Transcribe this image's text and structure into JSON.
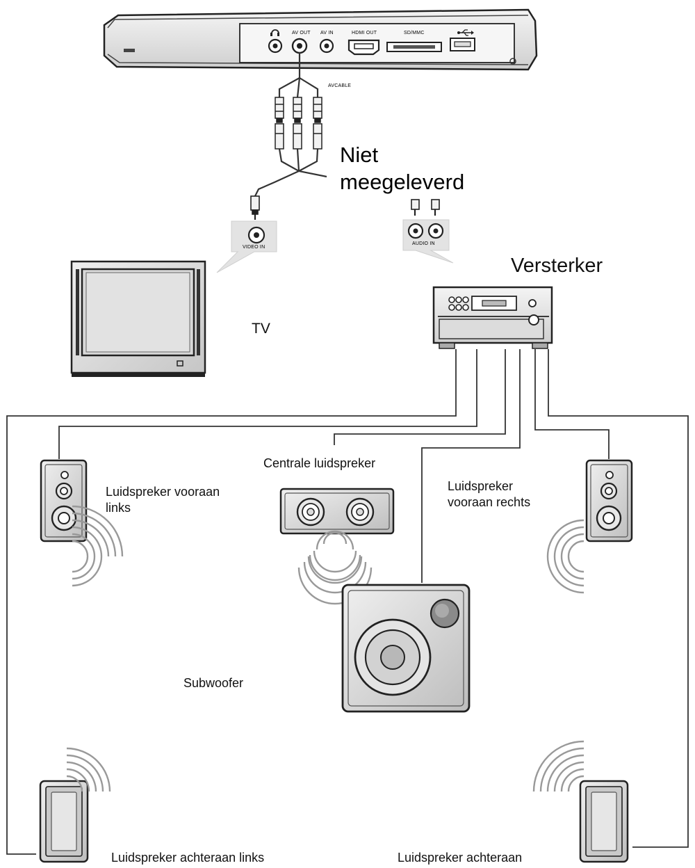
{
  "device": {
    "ports": [
      "AV OUT",
      "AV IN",
      "HDMI OUT",
      "SD/MMC"
    ],
    "cable_label": "AVCABLE"
  },
  "callouts": {
    "not_included": "Niet\nmeegeleverd",
    "video_in": "VIDEO IN",
    "audio_in": "AUDIO IN"
  },
  "components": {
    "tv": "TV",
    "amplifier": "Versterker",
    "front_left": "Luidspreker vooraan\nlinks",
    "center": "Centrale luidspreker",
    "front_right": "Luidspreker\nvooraan rechts",
    "subwoofer": "Subwoofer",
    "rear_left": "Luidspreker achteraan links",
    "rear_right": "Luidspreker achteraan"
  },
  "icons": [
    "headphone-icon",
    "usb-icon",
    "tv-icon",
    "amplifier-icon",
    "speaker-icon",
    "subwoofer-icon",
    "sound-wave-icon"
  ],
  "colors": {
    "line": "#333333",
    "device_fill": "#e6e6e6",
    "dark": "#222222"
  }
}
